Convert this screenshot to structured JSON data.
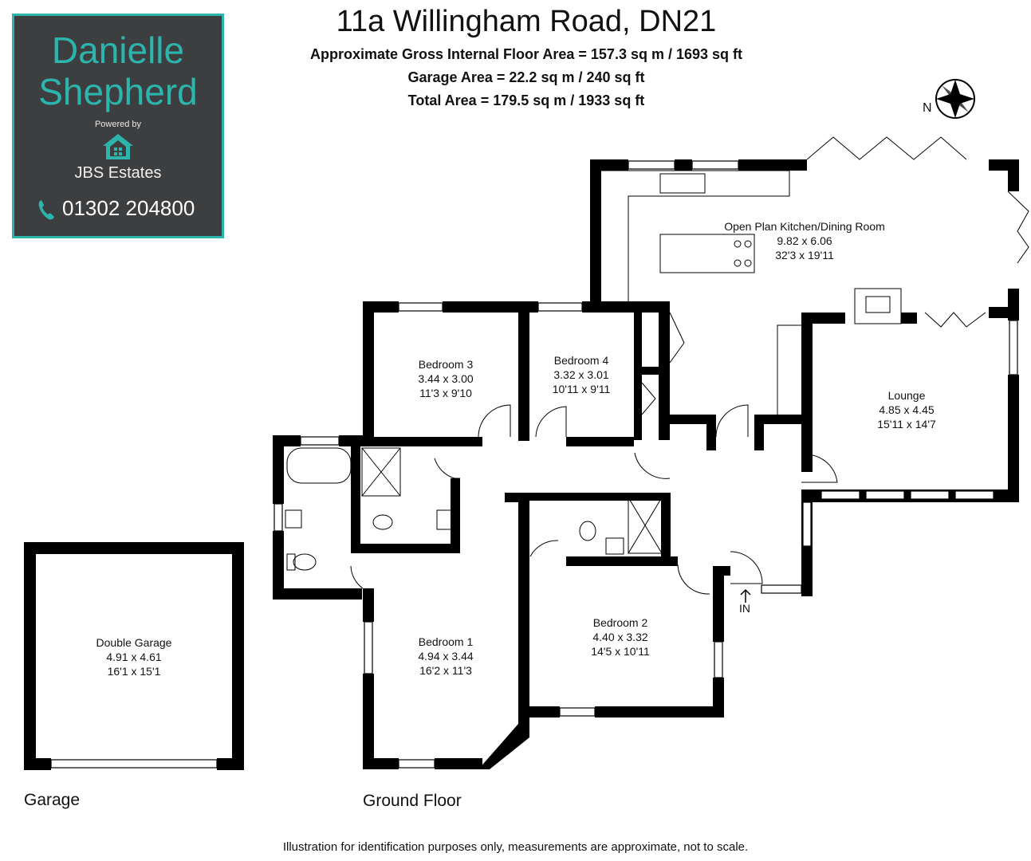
{
  "logo": {
    "name_line1": "Danielle",
    "name_line2": "Shepherd",
    "powered_by": "Powered by",
    "brand": "JBS Estates",
    "phone": "01302 204800",
    "accent_color": "#2bb5ad",
    "background_color": "#3d3e40",
    "icons": [
      "house-icon",
      "phone-icon"
    ]
  },
  "header": {
    "title": "11a Willingham Road, DN21",
    "floor_area": "Approximate Gross Internal Floor Area = 157.3 sq m / 1693 sq ft",
    "garage_area": "Garage Area = 22.2 sq m / 240 sq ft",
    "total_area": "Total Area = 179.5 sq m / 1933 sq ft"
  },
  "compass": {
    "label": "N"
  },
  "entrance": {
    "label": "IN"
  },
  "rooms": {
    "kitchen": {
      "name": "Open Plan Kitchen/Dining Room",
      "metric": "9.82 x 6.06",
      "imperial": "32'3 x 19'11"
    },
    "lounge": {
      "name": "Lounge",
      "metric": "4.85 x 4.45",
      "imperial": "15'11 x 14'7"
    },
    "bedroom3": {
      "name": "Bedroom 3",
      "metric": "3.44 x 3.00",
      "imperial": "11'3 x 9'10"
    },
    "bedroom4": {
      "name": "Bedroom 4",
      "metric": "3.32 x 3.01",
      "imperial": "10'11 x 9'11"
    },
    "bedroom1": {
      "name": "Bedroom 1",
      "metric": "4.94 x 3.44",
      "imperial": "16'2 x 11'3"
    },
    "bedroom2": {
      "name": "Bedroom 2",
      "metric": "4.40 x 3.32",
      "imperial": "14'5 x 10'11"
    },
    "garage": {
      "name": "Double Garage",
      "metric": "4.91 x 4.61",
      "imperial": "16'1 x 15'1"
    }
  },
  "floors": {
    "garage": "Garage",
    "ground": "Ground Floor"
  },
  "footer": "Illustration for identification purposes only, measurements are approximate, not to scale."
}
